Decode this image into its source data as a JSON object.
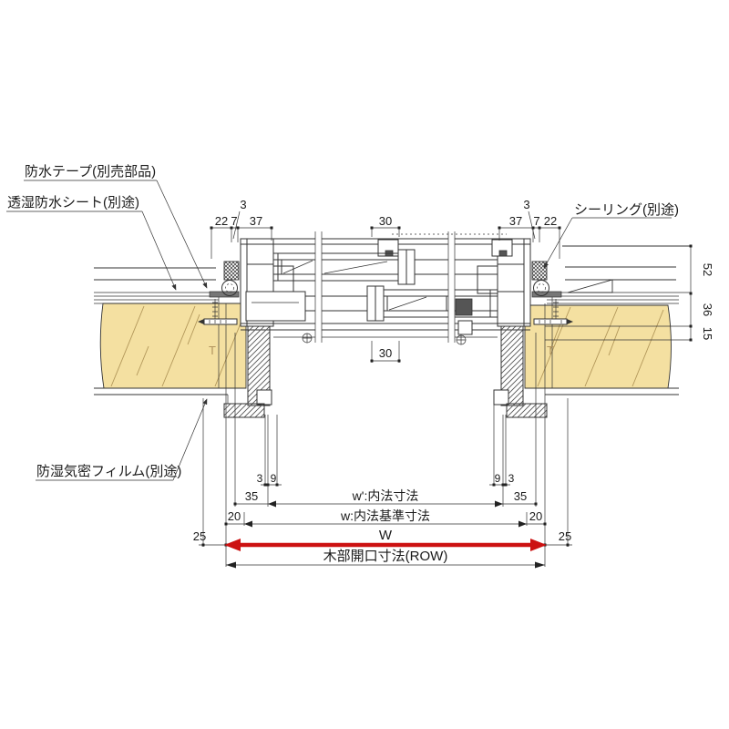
{
  "annotations": {
    "waterproof_tape": "防水テープ(別売部品)",
    "moisture_sheet": "透湿防水シート(別途)",
    "sealing": "シーリング(別途)",
    "moisture_film": "防湿気密フィルム(別途)"
  },
  "dimensions": {
    "top_left": [
      "22",
      "7",
      "37"
    ],
    "top_right": [
      "37",
      "7",
      "22"
    ],
    "top_offset": "3",
    "top_center": "30",
    "bottom_center": "30",
    "right_vertical": [
      "52",
      "36",
      "15"
    ],
    "bottom_pair_left": [
      "3",
      "9"
    ],
    "bottom_pair_right": [
      "9",
      "3"
    ],
    "inner_margin": [
      "35",
      "35"
    ],
    "base_margin": [
      "20",
      "20"
    ],
    "outer_margin": [
      "25",
      "25"
    ],
    "inner_width_label": "w':内法寸法",
    "base_width_label": "w:内法基準寸法",
    "opening_width_label": "W",
    "wood_opening_label": "木部開口寸法(ROW)"
  },
  "marks": {
    "stud": "T"
  },
  "colors": {
    "wood_fill": "#f4e0a1",
    "wood_grain": "#b2975a",
    "line": "#333333",
    "highlight_red": "#cc1111",
    "stud_mark": "#b1945e"
  }
}
